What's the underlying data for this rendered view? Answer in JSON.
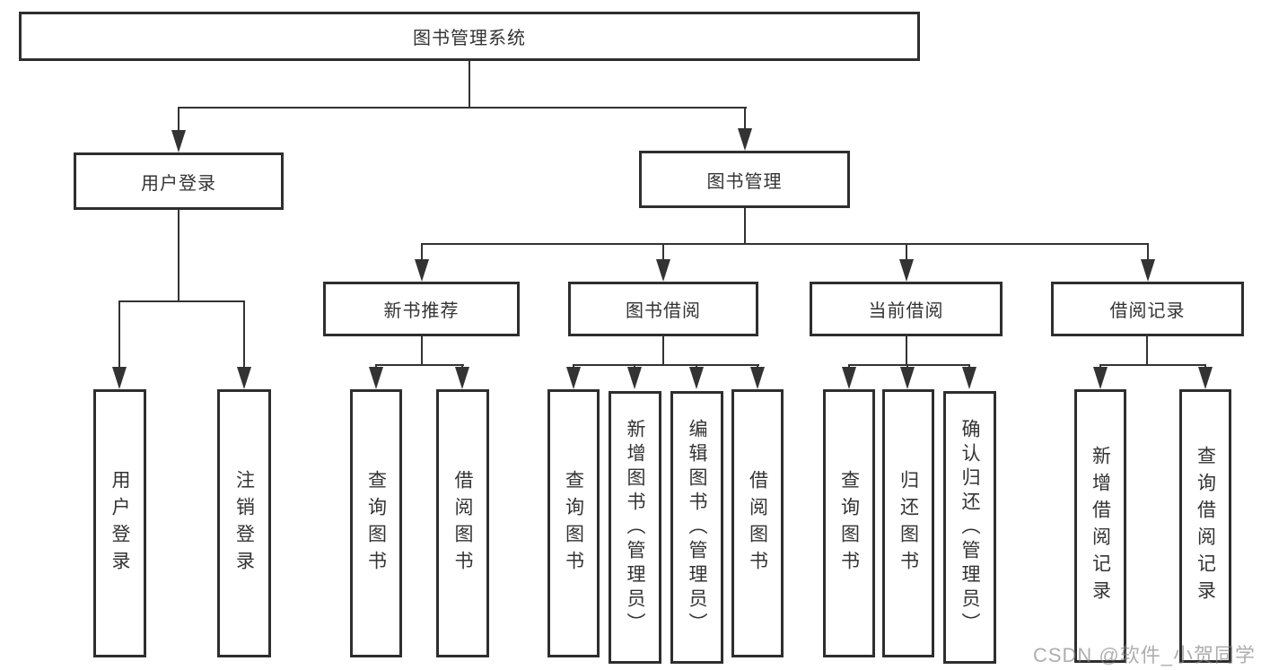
{
  "diagram": {
    "root": {
      "label": "图书管理系统"
    },
    "branches": [
      {
        "label": "用户登录",
        "children": [
          {
            "label": "用户登录"
          },
          {
            "label": "注销登录"
          }
        ]
      },
      {
        "label": "图书管理",
        "children": [
          {
            "label": "新书推荐",
            "children": [
              {
                "label": "查询图书"
              },
              {
                "label": "借阅图书"
              }
            ]
          },
          {
            "label": "图书借阅",
            "children": [
              {
                "label": "查询图书"
              },
              {
                "label": "新增图书（管理员）"
              },
              {
                "label": "编辑图书（管理员）"
              },
              {
                "label": "借阅图书"
              }
            ]
          },
          {
            "label": "当前借阅",
            "children": [
              {
                "label": "查询图书"
              },
              {
                "label": "归还图书"
              },
              {
                "label": "确认归还（管理员）"
              }
            ]
          },
          {
            "label": "借阅记录",
            "children": [
              {
                "label": "新增借阅记录"
              },
              {
                "label": "查询借阅记录"
              }
            ]
          }
        ]
      }
    ]
  },
  "watermark": {
    "text": "CSDN @软件_小贺同学"
  },
  "colors": {
    "line": "#333333",
    "box_border": "#2e2e2e",
    "text": "#333333",
    "background": "#ffffff",
    "watermark": "#828282"
  }
}
